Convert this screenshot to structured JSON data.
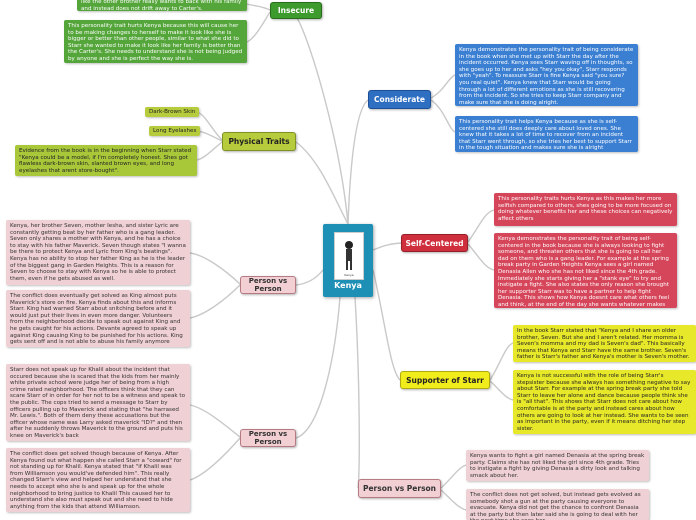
{
  "central": {
    "title": "Kenya",
    "book_cover_text": "Kenya"
  },
  "colors": {
    "blue": "#2f6fc2",
    "red": "#cf2e3c",
    "yellow": "#f1ec1c",
    "green": "#3d9a2c",
    "olive": "#b6cc3c",
    "pink": "#f1cfd3",
    "central": "#1e8fb5"
  },
  "topics": {
    "insecure": {
      "label": "Insecure",
      "notes": [
        "like the other brother really wants to back with his family and instead does not drift away to Carter's.",
        "This personality trait hurts Kenya because this will cause her to be making changes to herself to make it look like she is bigger or better than other people, similar to what she did to Starr she wanted to make it look like her family is better than the Carter's. She needs to understand she is not being judged by anyone and she is perfect the way she is."
      ]
    },
    "considerate": {
      "label": "Considerate",
      "notes": [
        "Kenya demonstrates the personality trait of being considerate in the book when she met up with Starr the day after the incident occurred. Kenya sees Starr waving off in thoughts, so she goes up to her and asks \"hey you okay\", Starr responds with \"yeah\". To reassure Starr is fine Kenya said \"you sure? you real quiet\". Kenya knew that Starr would be going through a lot of different emotions as she is still recovering from the incident. So she tries to keep Starr company and make sure that she is doing alright.",
        "This personality trait helps Kenya because as she is self-centered she still does deeply care about loved ones. She knew that it takes a lot of time to recover from an incident that Starr went through, so she tries her best to support Starr in the tough situation and makes sure she is alright"
      ]
    },
    "physical": {
      "label": "Physical Traits",
      "tags": [
        "Dark-Brown Skin",
        "Long Eyelashes"
      ],
      "evidence": "Evidence from the book is in the beginning when Starr stated \"Kenya could be a model, if I'm completely honest. Shes got flawless dark-brown skin, slanted brown eyes, and long eyelashes that arent store-bought\"."
    },
    "self_centered": {
      "label": "Self-Centered",
      "notes": [
        "This personality traits hurts Kenya as this makes her more selfish compared to others, shes going to be more focused on doing whatever benefits her and these choices can negatively affect others",
        "Kenya demonstrates the personality trait of being self-centered in the book because she is always looking to fight someone, and threaten others that she is going to call her dad on them who is a gang leader. For example at the spring break party in Garden Heights Kenya sees a girl named Denasia Allen who she has not liked since the 4th grade. Immediately she starts giving her a \"stank eye\" to try and instigate a fight. She also states the only reason she brought her supporter Starr was to have a partner to help fight Denasia. This shows how Kenya doesnt care what others feel and think, at the end of the day she wants whatever makes her look more powerful."
      ]
    },
    "supporter": {
      "label": "Supporter of Starr",
      "notes": [
        "In the book Starr stated that \"Kenya and I share an older brother, Seven. But she and I aren't related. Her momma is Seven's momma and my dad is Seven's dad\". This basically means that Kenya and Starr have the same brother. Seven's father is Starr's father and Kenya's mother is Seven's mother.",
        "Kenya is not successful with the role of being Starr's stepsister because she always has something negative to say about Starr. For example at the spring break party she told Starr to leave her alone and dance because people think she is \"all that\". This shows that Starr does not care about how comfortable is at the party and instead cares about how others are going to look at her instead. She wants to be seen as important in the party, even if it means ditching her step sister."
      ]
    },
    "person_vs_person_1": {
      "label": "Person vs Person",
      "notes": [
        "Kenya, her brother Seven, mother Iesha, and sister Lyric are constantly getting beat by her father who is a gang leader. Seven only shares a mother with Kenya, and he has a choice to stay with his father Maverick. Seven though states \"I wanna be there to protect Kenya and Lyric from King's beatings\". Kenya has no ability to stop her father King as he is the leader of the biggest gang in Garden Heights. This is a reason for Seven to choose to stay with Kenya so he is able to protect them, even if he gets abused as well.",
        "The conflict does eventually get solved as King almost puts Maverick's store on fire. Kenya finds about this and informs Starr. King had warned Starr about snitching before and it would just put their lives in even more danger. Volunteers from the neighborhood decide to speak out against King and he gets caught for his actions. Devante agreed to speak up against King causing King to be punished for his actions. King gets sent off and is not able to abuse his family anymore"
      ]
    },
    "person_vs_person_2": {
      "label": "Person vs Person",
      "notes": [
        "Starr does not speak up for Khalil about the incident that occured because she is scared that the kids from her mainly white private school were judge her of being from a high crime rated neighborhood. The officers think that they can scare Starr of in order for her not to be a witness and speak to the public. The cops tried to send a message to Starr by officers pulling up to Maverick and stating that \"he harrased Mr. Lewis.\". Both of them deny these accusations but the officer whose name was Larry asked maverick \"ID?\" and then after he suddenly throws Maverick to the ground and puts his knee on Maverick's back",
        "The conflict does get solved though because of Kenya. After Kenya found out what happen she called Starr a \"coward\" for not standing up for Khalil. Kenya stated that \"if Khalil was from Williamson you would've defended him\". This really changed Starr's view and helped her understand that she needs to accept who she is and speak up for the whole neighborhood to bring justice to Khalil This caused her to understand she also must speak out and she need to hide anything from the kids that attend Williamson."
      ]
    },
    "person_vs_person_3": {
      "label": "Person vs Person",
      "notes": [
        "Kenya wants to fight a girl named Denasia at the spring break party. Claims she has not liked the girl since 4th grade. Tries to instigate a fight by giving Denasia a dirty look and talking smack about her.",
        "The conflict does not get solved, but instead gets evolved as somebody shot a gun at the party causing everyone to evacuate. Kenya did not get the chance to confront Denasia at the party but then later said she is going to deal with her the next time she sees her"
      ]
    }
  }
}
